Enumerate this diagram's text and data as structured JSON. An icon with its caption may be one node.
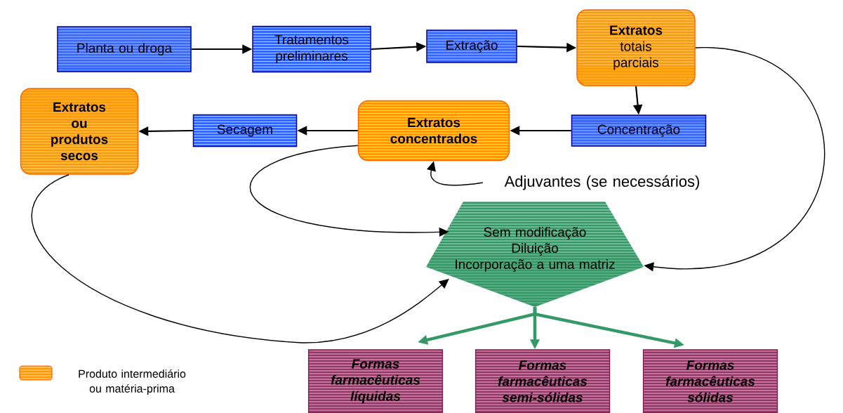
{
  "diagram": {
    "nodes": [
      {
        "text": [
          "Planta ou droga"
        ]
      },
      {
        "text": [
          "Tratamentos preliminares"
        ]
      },
      {
        "text": [
          "Extração"
        ]
      },
      {
        "text": [
          "Extratos",
          "totais",
          "parciais"
        ]
      },
      {
        "text": [
          "Concentração"
        ]
      },
      {
        "text": [
          "Extratos concentrados"
        ]
      },
      {
        "text": [
          "Secagem"
        ]
      },
      {
        "text": [
          "Extratos ou produtos secos"
        ]
      },
      {
        "text": [
          "Adjuvantes (se necessários)"
        ]
      },
      {
        "text": [
          "Sem modificação",
          "Diluição",
          "Incorporação a uma matriz"
        ]
      },
      {
        "text": [
          "Formas farmacêuticas líquidas"
        ]
      },
      {
        "text": [
          "Formas farmacêuticas semi-sólidas"
        ]
      },
      {
        "text": [
          "Formas farmacêuticas sólidas"
        ]
      }
    ],
    "edges": [
      {
        "from": 0,
        "to": 1,
        "arrow": "to"
      },
      {
        "from": 1,
        "to": 2,
        "arrow": "to"
      },
      {
        "from": 2,
        "to": 3,
        "arrow": "to"
      },
      {
        "from": 3,
        "to": 4,
        "arrow": "to"
      },
      {
        "from": 4,
        "to": 5,
        "arrow": "to"
      },
      {
        "from": 5,
        "to": 6,
        "arrow": "to"
      },
      {
        "from": 6,
        "to": 7,
        "arrow": "to"
      },
      {
        "from": 8,
        "to": 5,
        "arrow": "to"
      },
      {
        "from": 5,
        "to": 9,
        "arrow": "to"
      },
      {
        "from": 7,
        "to": 9,
        "arrow": "to"
      },
      {
        "from": 3,
        "to": 9,
        "arrow": "to"
      },
      {
        "from": 9,
        "to": 10,
        "arrow": "to",
        "style": "thick",
        "color": "#339966"
      },
      {
        "from": 9,
        "to": 11,
        "arrow": "to",
        "style": "thick",
        "color": "#339966"
      },
      {
        "from": 9,
        "to": 12,
        "arrow": "to",
        "style": "thick",
        "color": "#339966"
      }
    ],
    "legend": [
      {
        "text": "Produto intermediário ou matéria-prima",
        "color": "#ff9900"
      }
    ]
  }
}
